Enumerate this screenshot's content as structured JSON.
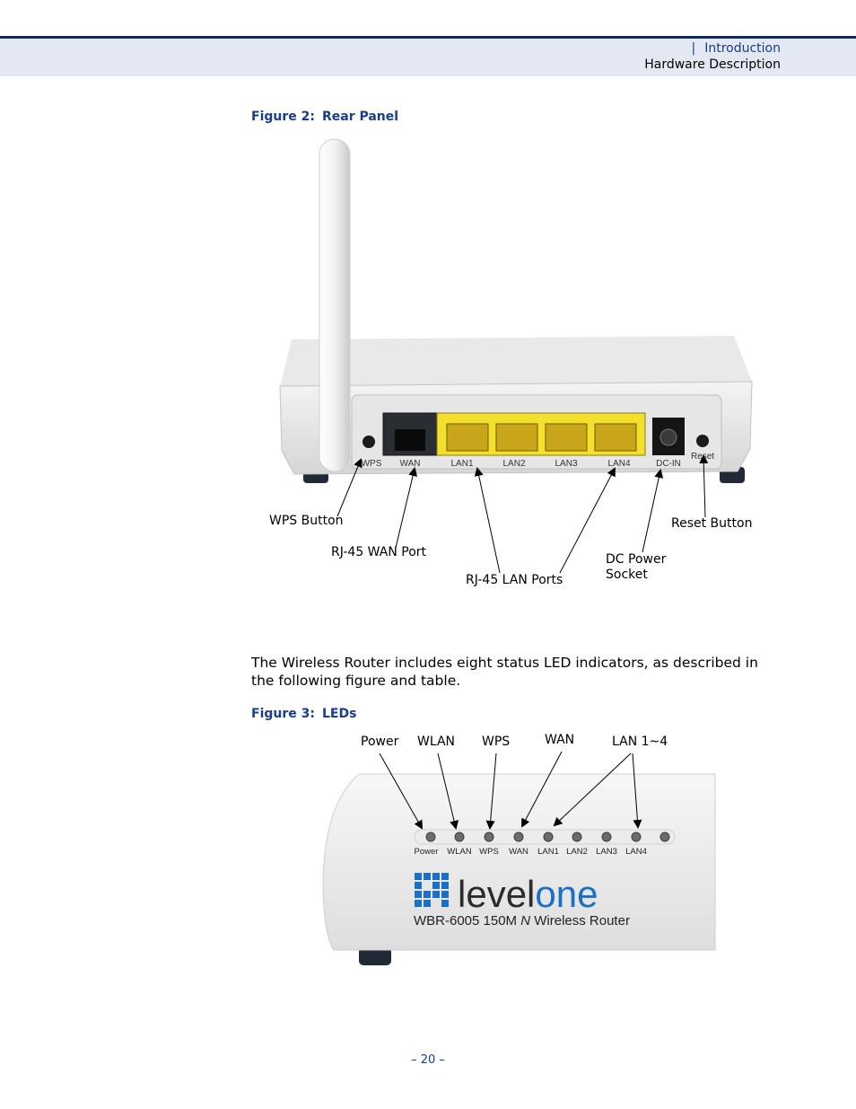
{
  "header": {
    "section": "Introduction",
    "subsection": "Hardware Description"
  },
  "figure2": {
    "number": "Figure 2:",
    "title": "Rear Panel",
    "port_labels": [
      "WPS",
      "WAN",
      "LAN1",
      "LAN2",
      "LAN3",
      "LAN4",
      "DC-IN",
      "Reset"
    ],
    "callouts": {
      "wps_button": "WPS Button",
      "wan_port": "RJ-45 WAN Port",
      "lan_ports": "RJ-45 LAN Ports",
      "dc_power_line1": "DC Power",
      "dc_power_line2": "Socket",
      "reset_button": "Reset Button"
    }
  },
  "body": {
    "paragraph": "The Wireless Router includes eight status LED indicators, as described in the following figure and table."
  },
  "figure3": {
    "number": "Figure 3:",
    "title": "LEDs",
    "callouts": {
      "power": "Power",
      "wlan": "WLAN",
      "wps": "WPS",
      "wan": "WAN",
      "lan": "LAN 1~4"
    },
    "panel_labels": [
      "Power",
      "WLAN",
      "WPS",
      "WAN",
      "LAN1",
      "LAN2",
      "LAN3",
      "LAN4"
    ],
    "brand_part1": "level",
    "brand_part2": "one",
    "model": "WBR-6005 150M",
    "model_n": "N",
    "model_suffix": "Wireless Router"
  },
  "footer": {
    "page_number": "– 20 –"
  },
  "colors": {
    "accent": "#1a3c8c",
    "header_band": "#e4e8f2",
    "top_rule": "#0f2a63",
    "lan_yellow": "#f2e02c",
    "brand_blue": "#1b6fc4"
  }
}
